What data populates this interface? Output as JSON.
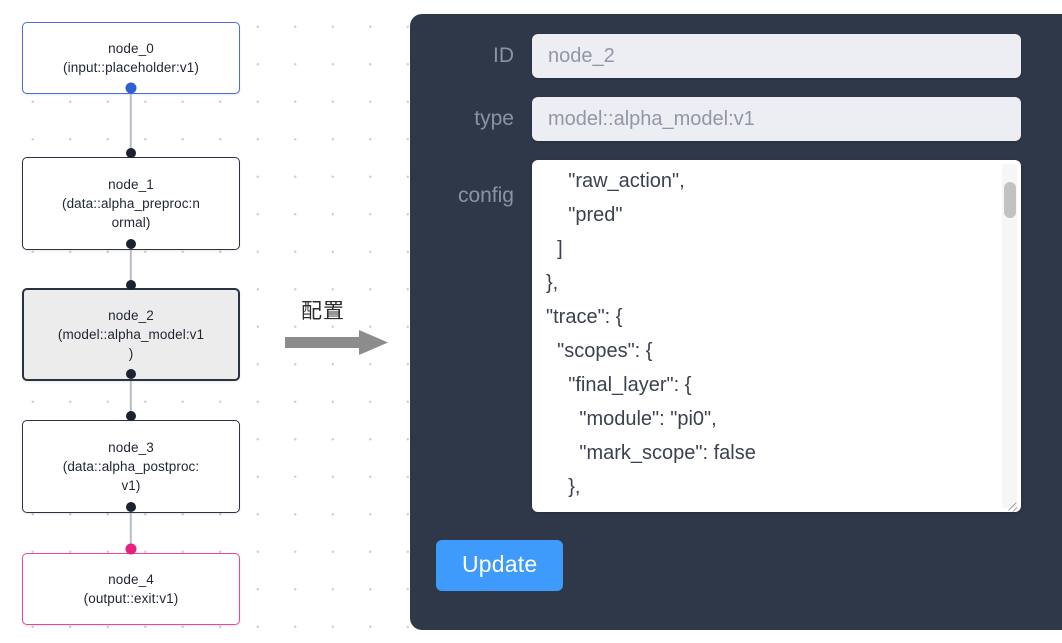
{
  "graph": {
    "nodes": [
      {
        "id": "node_0",
        "label": "node_0\n(input::placeholder:v1)",
        "type": "input::placeholder:v1",
        "state": "source",
        "accent": "#4a6fd0"
      },
      {
        "id": "node_1",
        "label": "node_1\n(data::alpha_preproc:n\normal)",
        "type": "data::alpha_preproc:normal",
        "state": "default",
        "accent": "#2b3343"
      },
      {
        "id": "node_2",
        "label": "node_2\n(model::alpha_model:v1\n)",
        "type": "model::alpha_model:v1",
        "state": "selected",
        "accent": "#2b3343"
      },
      {
        "id": "node_3",
        "label": "node_3\n(data::alpha_postproc:\nv1)",
        "type": "data::alpha_postproc:v1",
        "state": "default",
        "accent": "#2b3343"
      },
      {
        "id": "node_4",
        "label": "node_4\n(output::exit:v1)",
        "type": "output::exit:v1",
        "state": "target",
        "accent": "#e8489a"
      }
    ],
    "edges": [
      {
        "from": "node_0",
        "to": "node_1"
      },
      {
        "from": "node_1",
        "to": "node_2"
      },
      {
        "from": "node_2",
        "to": "node_3"
      },
      {
        "from": "node_3",
        "to": "node_4"
      }
    ]
  },
  "transition": {
    "label": "配置",
    "arrow_icon": "arrow-right-icon",
    "arrow_color": "#8c8c8c"
  },
  "panel": {
    "background": "#2e3848",
    "fields": {
      "id": {
        "label": "ID",
        "value": "node_2"
      },
      "type": {
        "label": "type",
        "value": "model::alpha_model:v1"
      },
      "config": {
        "label": "config",
        "value": "    \"raw_action\",\n    \"pred\"\n  ]\n},\n\"trace\": {\n  \"scopes\": {\n    \"final_layer\": {\n      \"module\": \"pi0\",\n      \"mark_scope\": false\n    },\n    \"action_model\": {"
      }
    },
    "update_button": {
      "label": "Update",
      "color": "#3f9bfb"
    }
  }
}
